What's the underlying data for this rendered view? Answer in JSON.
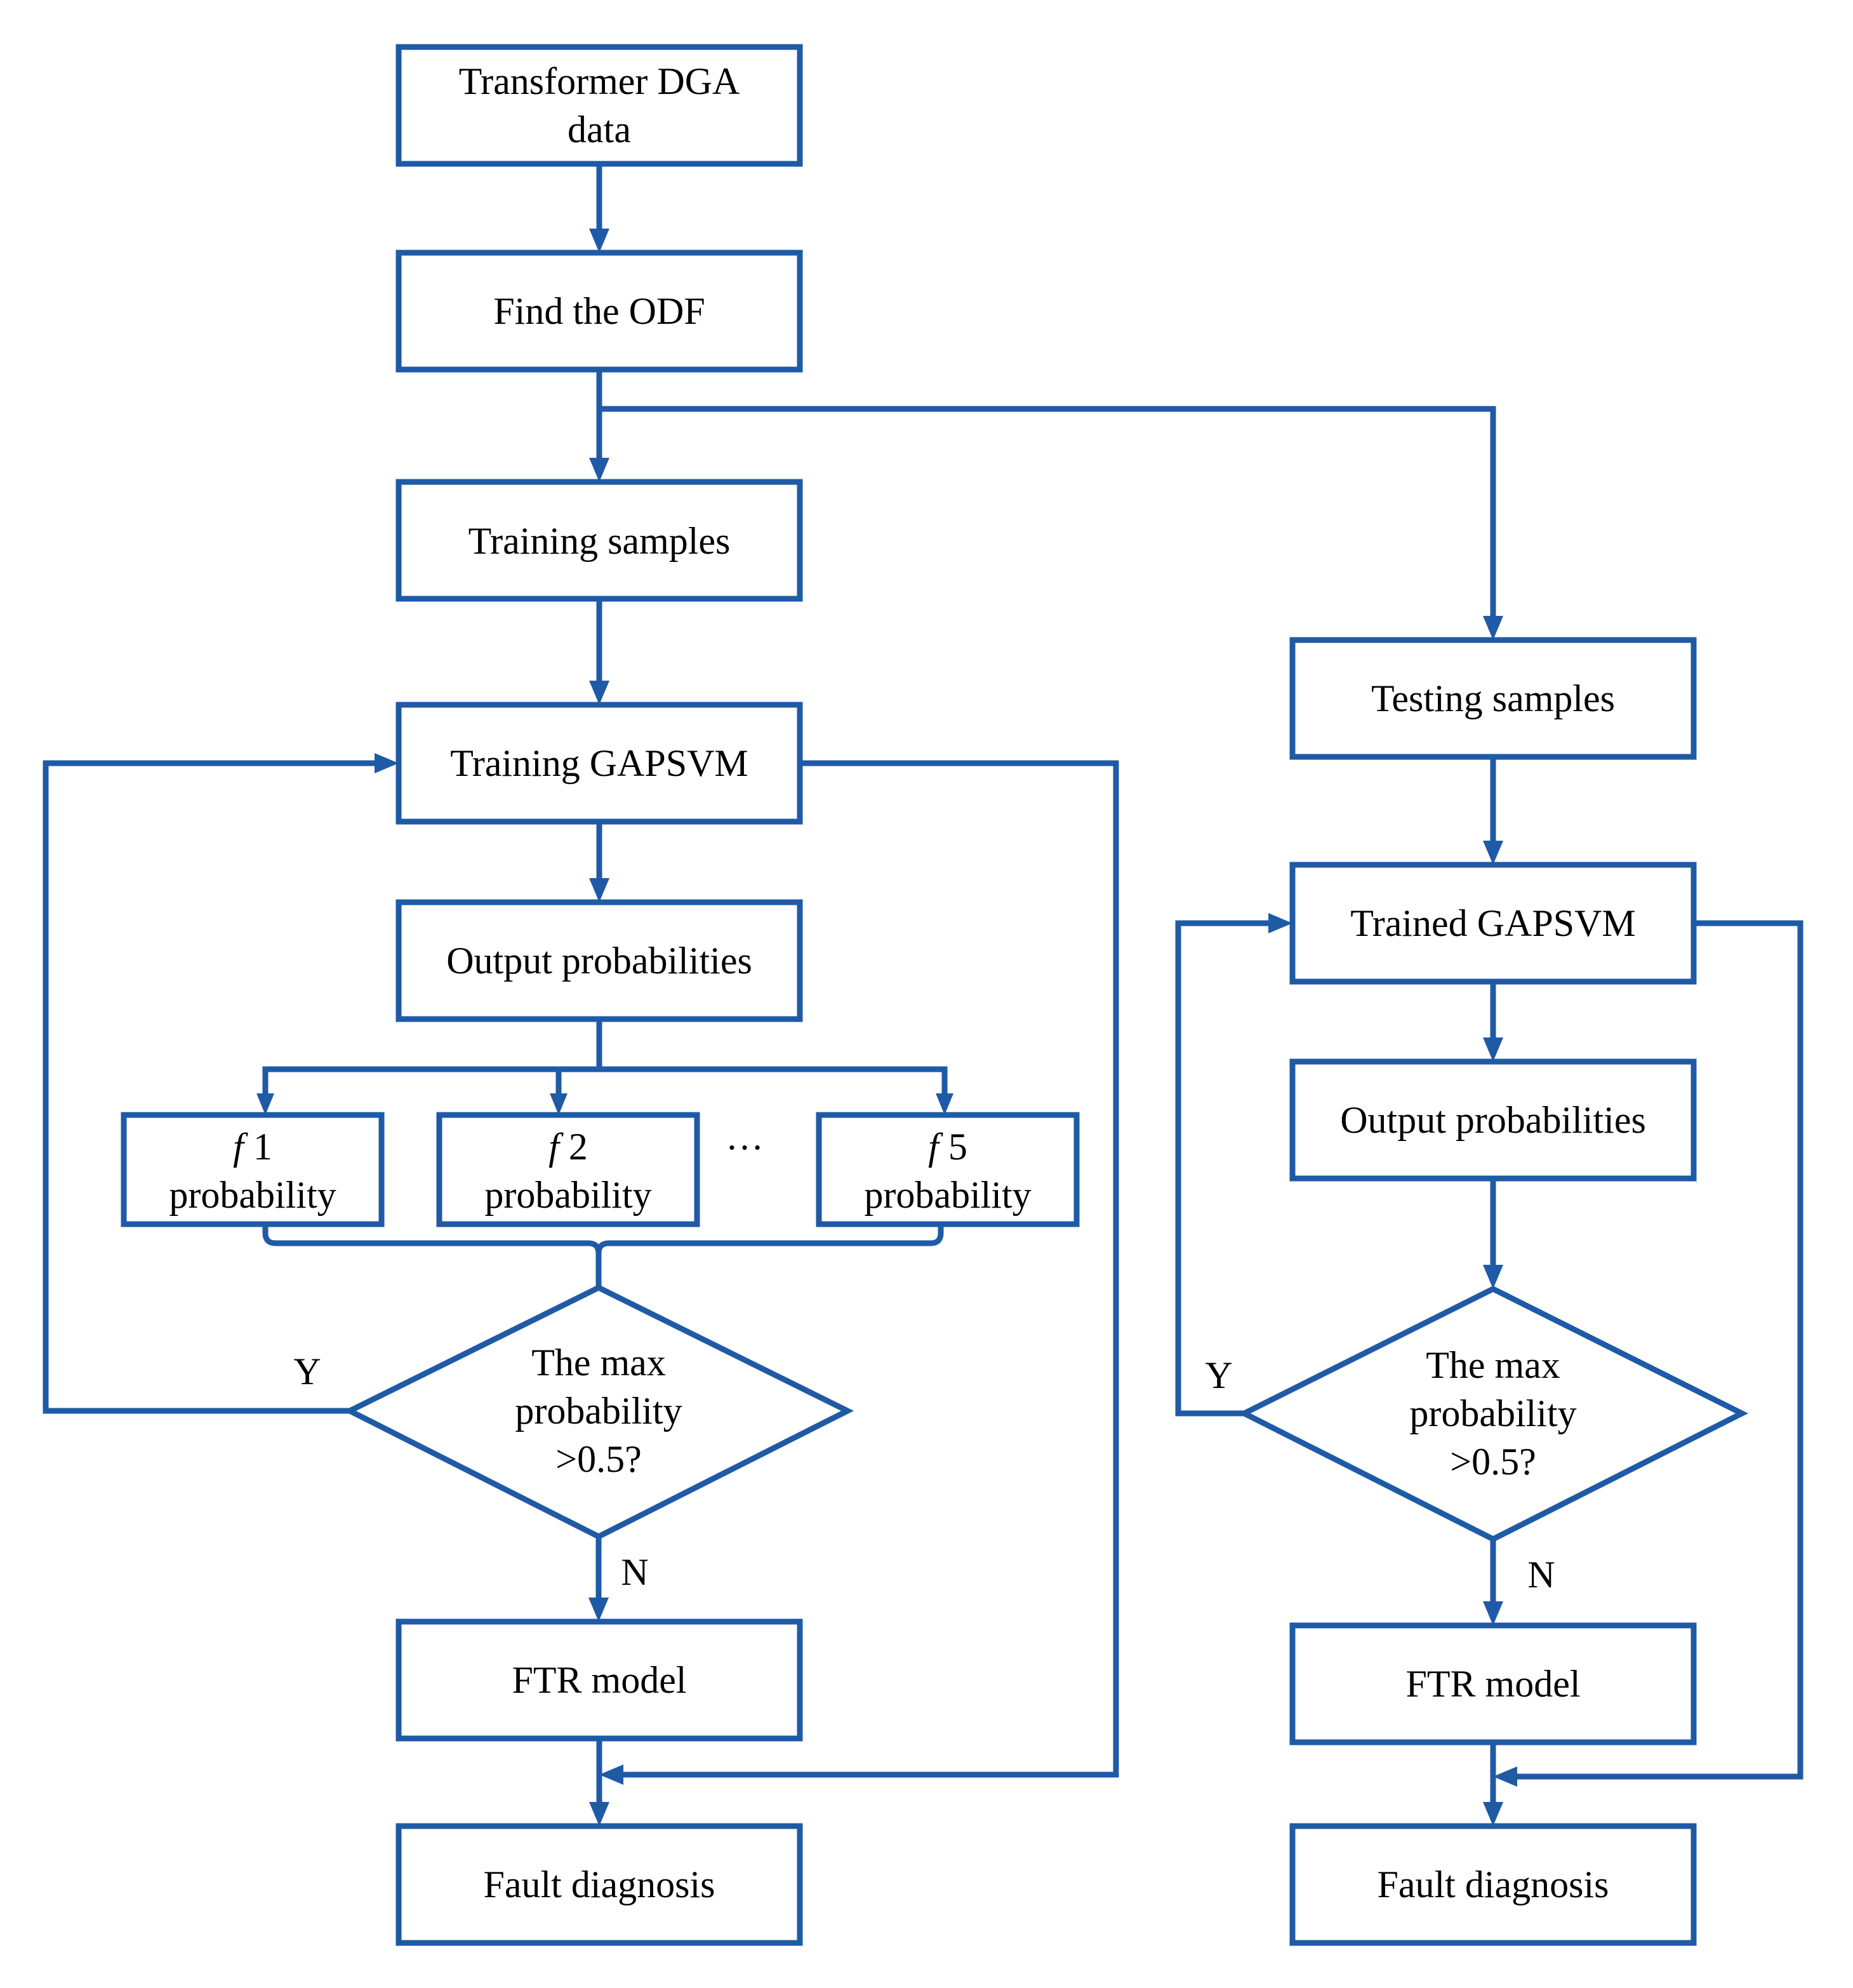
{
  "nodes": {
    "transformer_dga_data": {
      "line1": "Transformer DGA",
      "line2": "data"
    },
    "find_odf": "Find the ODF",
    "training_samples": "Training samples",
    "training_gapsvm": "Training GAPSVM",
    "output_probabilities_left": "Output probabilities",
    "f1": {
      "symbol": "f",
      "index": "1",
      "word": "probability"
    },
    "f2": {
      "symbol": "f",
      "index": "2",
      "word": "probability"
    },
    "f5": {
      "symbol": "f",
      "index": "5",
      "word": "probability"
    },
    "ellipsis": "…",
    "decision_left": {
      "line1": "The max",
      "line2": "probability",
      "line3": ">0.5?"
    },
    "ftr_model_left": "FTR model",
    "fault_diagnosis_left": "Fault diagnosis",
    "testing_samples": "Testing samples",
    "trained_gapsvm": "Trained GAPSVM",
    "output_probabilities_right": "Output probabilities",
    "decision_right": {
      "line1": "The max",
      "line2": "probability",
      "line3": ">0.5?"
    },
    "ftr_model_right": "FTR model",
    "fault_diagnosis_right": "Fault diagnosis"
  },
  "edge_labels": {
    "yes_left": "Y",
    "no_left": "N",
    "yes_right": "Y",
    "no_right": "N"
  },
  "colors": {
    "stroke": "#1f5aa6",
    "text": "#000000",
    "background": "#ffffff"
  }
}
